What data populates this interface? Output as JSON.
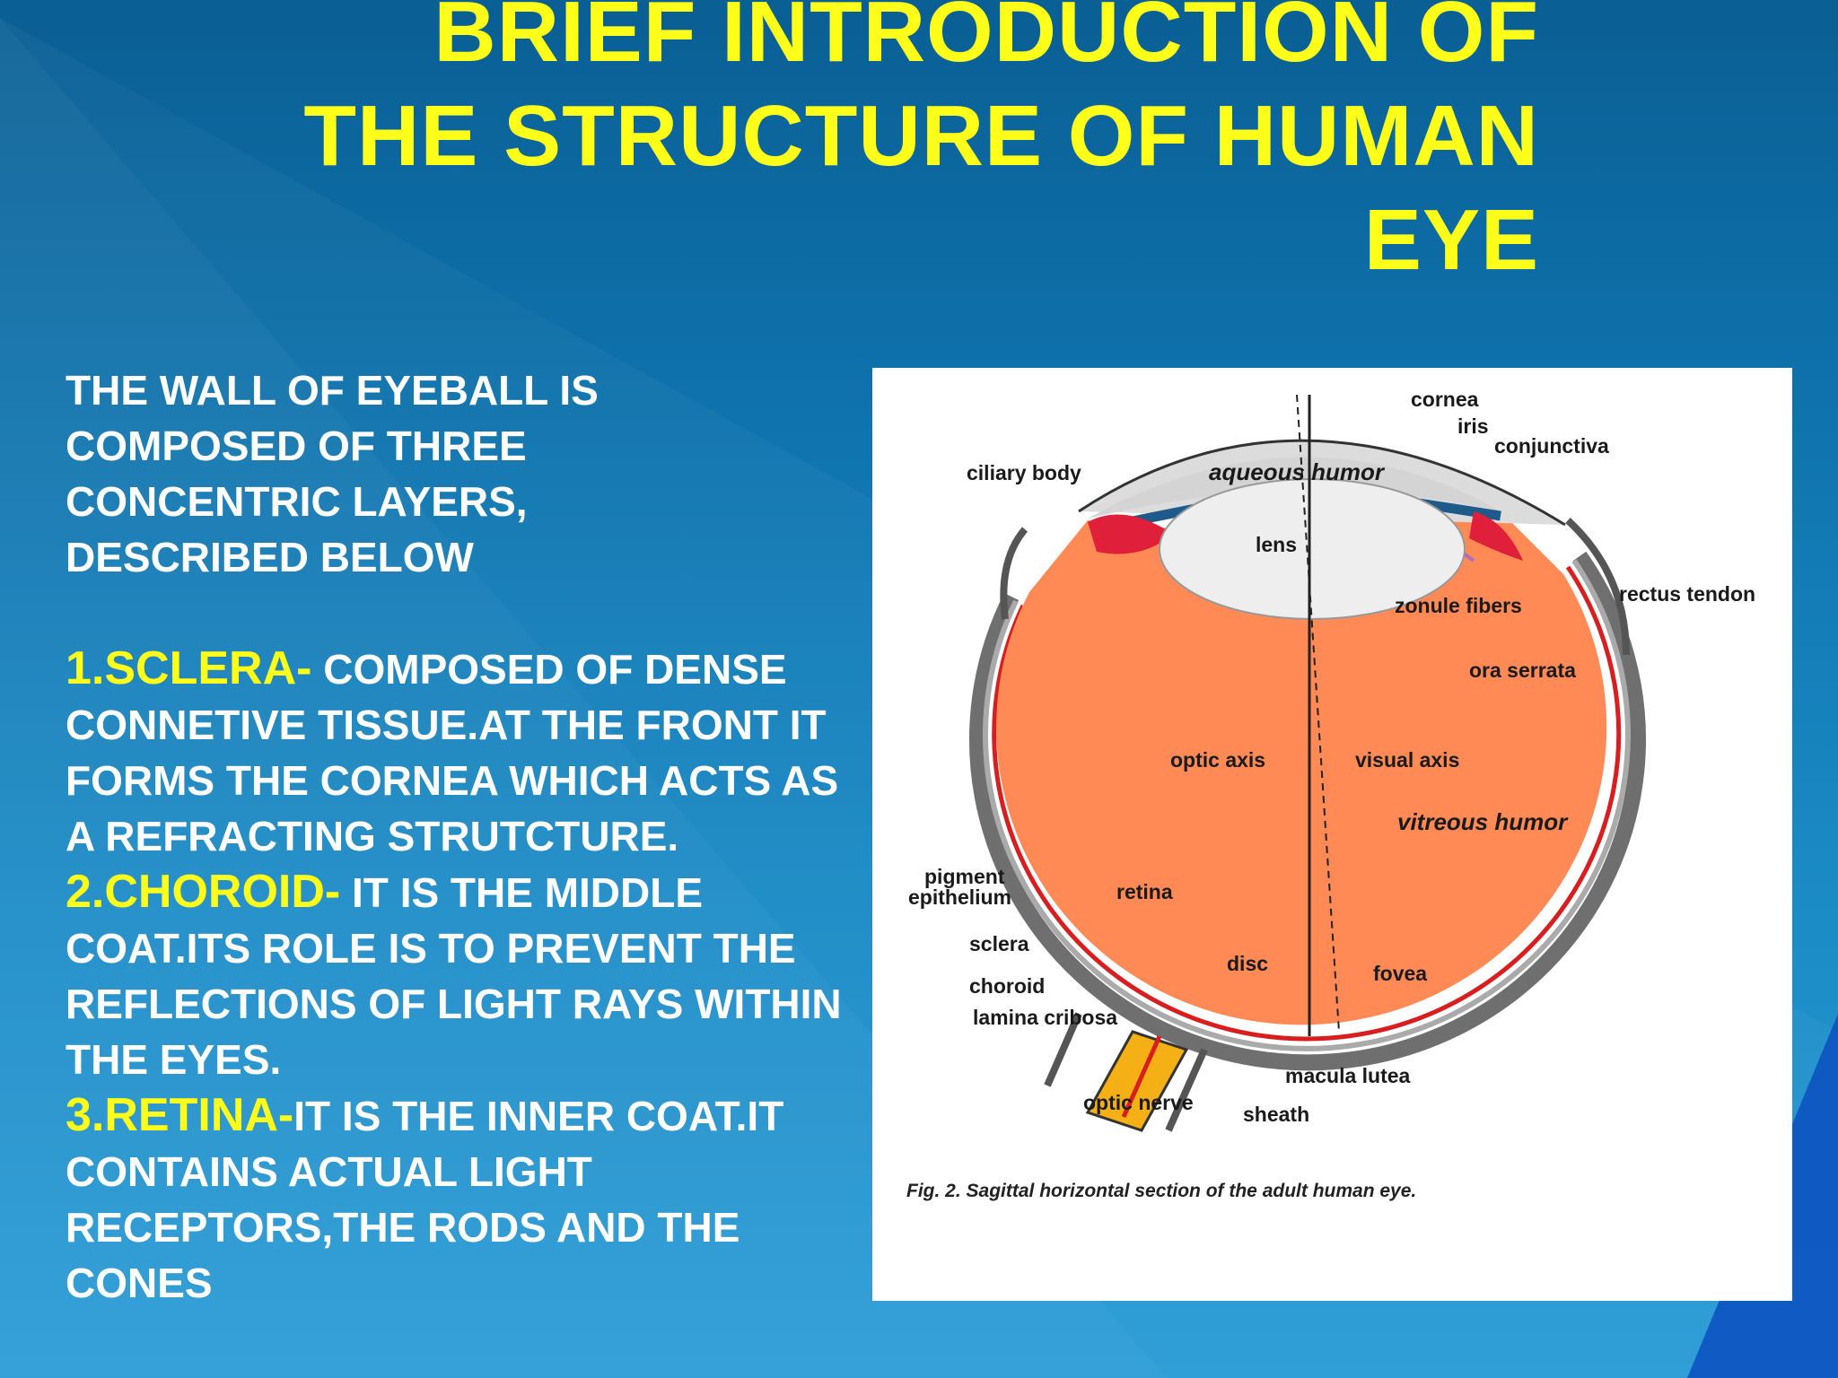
{
  "title": {
    "line1": "BRIEF INTRODUCTION OF",
    "line2": "THE STRUCTURE OF HUMAN",
    "line3": "EYE"
  },
  "intro": [
    "THE WALL OF EYEBALL IS",
    "COMPOSED OF THREE",
    "CONCENTRIC LAYERS,",
    "DESCRIBED BELOW"
  ],
  "layers": [
    {
      "name": "1.SCLERA-",
      "text": " COMPOSED OF DENSE CONNETIVE TISSUE.AT THE FRONT IT FORMS THE CORNEA WHICH ACTS AS A REFRACTING STRUTCTURE."
    },
    {
      "name": "2.CHOROID-",
      "text": " IT IS THE MIDDLE COAT.ITS ROLE IS TO PREVENT THE REFLECTIONS OF LIGHT RAYS WITHIN THE EYES."
    },
    {
      "name": "3.RETINA-",
      "text": "IT IS THE INNER COAT.IT CONTAINS ACTUAL LIGHT RECEPTORS,THE RODS AND THE CONES"
    }
  ],
  "figure": {
    "labels": {
      "cornea": "cornea",
      "iris": "iris",
      "conjunctiva": "conjunctiva",
      "ciliary_body": "ciliary body",
      "aqueous_humor": "aqueous humor",
      "lens": "lens",
      "zonule_fibers": "zonule fibers",
      "rectus_tendon": "rectus tendon",
      "ora_serrata": "ora serrata",
      "optic_axis": "optic axis",
      "visual_axis": "visual axis",
      "vitreous_humor": "vitreous humor",
      "pigment": "pigment",
      "epithelium": "epithelium",
      "retina": "retina",
      "sclera": "sclera",
      "choroid": "choroid",
      "disc": "disc",
      "fovea": "fovea",
      "lamina_cribosa": "lamina cribosa",
      "macula_lutea": "macula lutea",
      "optic_nerve": "optic nerve",
      "sheath": "sheath"
    },
    "caption": "Fig. 2. Sagittal horizontal section of the adult human eye."
  },
  "colors": {
    "title": "#ffff1a",
    "body_text": "#ffffff",
    "highlight": "#ffff1a",
    "vitreous": "#ff8a55",
    "background": "#0f73ad"
  }
}
